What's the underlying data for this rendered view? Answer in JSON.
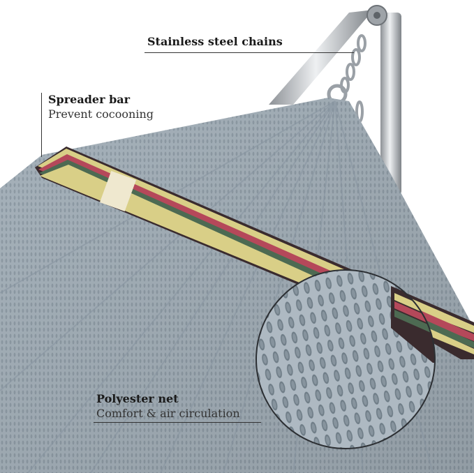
{
  "callouts": {
    "chains": {
      "title": "Stainless steel chains"
    },
    "spreader": {
      "title": "Spreader bar",
      "subtitle": "Prevent cocooning"
    },
    "net": {
      "title": "Polyester net",
      "subtitle": "Comfort & air circulation"
    }
  },
  "colors": {
    "background": "#ffffff",
    "net": "#a9b5be",
    "net_shadow": "#7f8d97",
    "steel": "#b9bcc0",
    "band_yellow": "#d9cf87",
    "band_red": "#b5485a",
    "band_green": "#4d6a52",
    "band_dark": "#3a2b2e"
  }
}
